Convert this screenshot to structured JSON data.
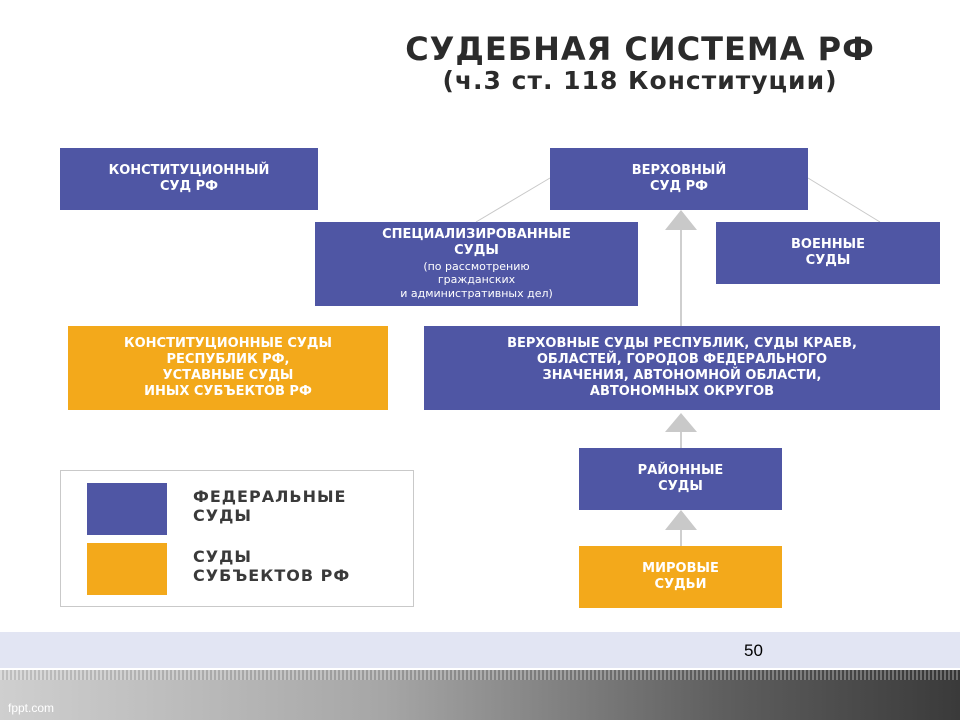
{
  "title": {
    "main": "СУДЕБНАЯ СИСТЕМА РФ",
    "sub": "(ч.3 ст. 118 Конституции)"
  },
  "nodes": {
    "constitutional_court": [
      "КОНСТИТУЦИОННЫЙ",
      "СУД РФ"
    ],
    "supreme_court": [
      "ВЕРХОВНЫЙ",
      "СУД РФ"
    ],
    "specialized_courts": [
      "СПЕЦИАЛИЗИРОВАННЫЕ",
      "СУДЫ"
    ],
    "specialized_courts_note": [
      "(по рассмотрению",
      "гражданских",
      "и административных дел)"
    ],
    "military_courts": [
      "ВОЕННЫЕ",
      "СУДЫ"
    ],
    "regional_constitutional_courts": [
      "КОНСТИТУЦИОННЫЕ СУДЫ",
      "РЕСПУБЛИК РФ,",
      "УСТАВНЫЕ СУДЫ",
      "ИНЫХ СУБЪЕКТОВ РФ"
    ],
    "regional_supreme_courts": [
      "ВЕРХОВНЫЕ СУДЫ РЕСПУБЛИК, СУДЫ КРАЕВ,",
      "ОБЛАСТЕЙ, ГОРОДОВ ФЕДЕРАЛЬНОГО",
      "ЗНАЧЕНИЯ, АВТОНОМНОЙ ОБЛАСТИ,",
      "АВТОНОМНЫХ ОКРУГОВ"
    ],
    "district_courts": [
      "РАЙОННЫЕ",
      "СУДЫ"
    ],
    "magistrates": [
      "МИРОВЫЕ",
      "СУДЬИ"
    ]
  },
  "legend": {
    "federal": [
      "ФЕДЕРАЛЬНЫЕ",
      "СУДЫ"
    ],
    "regional": [
      "СУДЫ",
      "СУБЪЕКТОВ РФ"
    ]
  },
  "colors": {
    "federal": "#4f56a4",
    "regional": "#f3a91b"
  },
  "footer": {
    "page_number": "50",
    "watermark": "fppt.com"
  }
}
